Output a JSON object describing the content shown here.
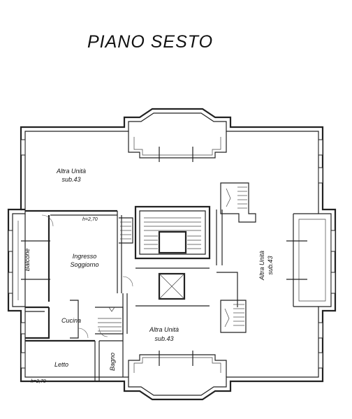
{
  "title": "PIANO SESTO",
  "rooms": {
    "altra_nw": {
      "line1": "Altra Unità",
      "line2": "sub.43"
    },
    "altra_e": {
      "line1": "Altra Unità",
      "line2": "sub.43"
    },
    "altra_s": {
      "line1": "Altra Unità",
      "line2": "sub.43"
    },
    "balcone": "Balcone",
    "ingresso": {
      "line1": "Ingresso",
      "line2": "Soggiorno"
    },
    "cucina": "Cucina",
    "letto": "Letto",
    "bagno": "Bagno"
  },
  "heights": {
    "top": "h=2,70",
    "bottom": "h=2,70"
  }
}
